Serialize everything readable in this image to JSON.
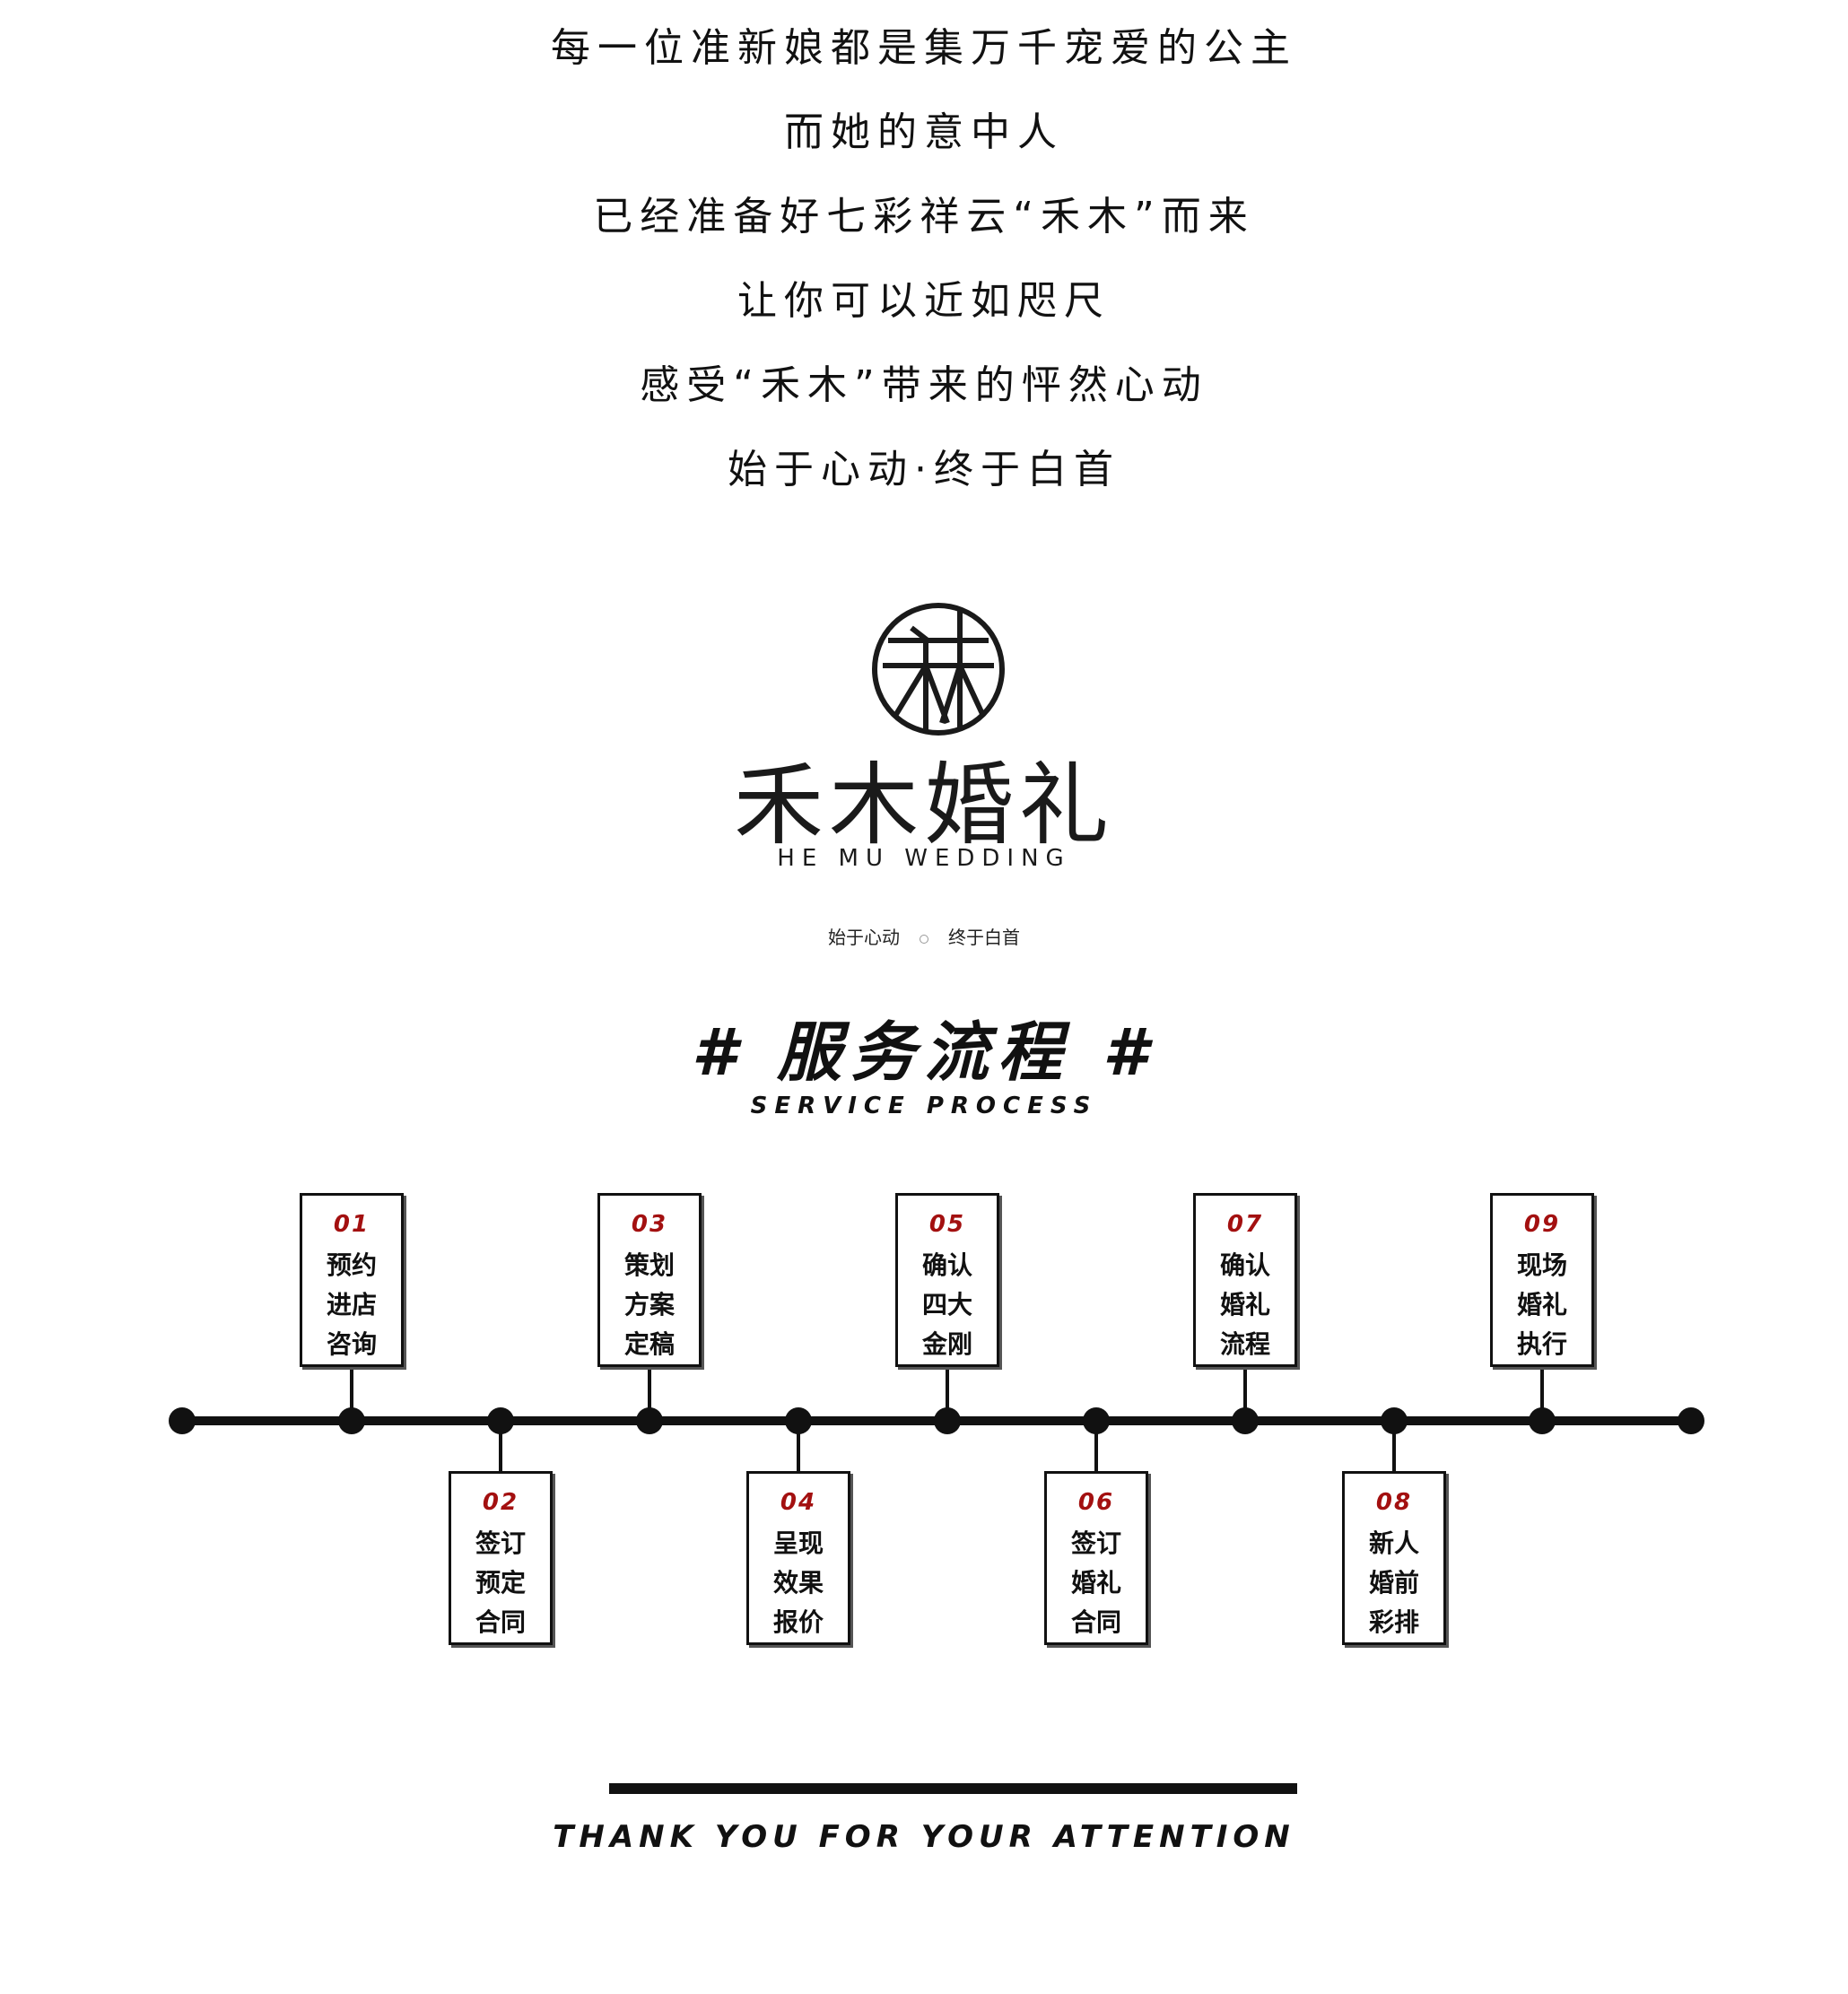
{
  "intro": {
    "lines": [
      "每一位准新娘都是集万千宠爱的公主",
      "而她的意中人",
      "已经准备好七彩祥云“禾木”而来",
      "让你可以近如咫尺",
      "感受“禾木”带来的怦然心动",
      "始于心动·终于白首"
    ]
  },
  "brand": {
    "logo_icon": "hemu-circle-logo-icon",
    "name_cn": "禾木婚礼",
    "name_en": "HE MU WEDDING",
    "slogan_left": "始于心动",
    "slogan_right": "终于白首"
  },
  "section": {
    "title": "# 服务流程 #",
    "subtitle": "SERVICE PROCESS"
  },
  "steps": [
    {
      "num": "01",
      "lines": [
        "预约",
        "进店",
        "咨询"
      ]
    },
    {
      "num": "02",
      "lines": [
        "签订",
        "预定",
        "合同"
      ]
    },
    {
      "num": "03",
      "lines": [
        "策划",
        "方案",
        "定稿"
      ]
    },
    {
      "num": "04",
      "lines": [
        "呈现",
        "效果",
        "报价"
      ]
    },
    {
      "num": "05",
      "lines": [
        "确认",
        "四大",
        "金刚"
      ]
    },
    {
      "num": "06",
      "lines": [
        "签订",
        "婚礼",
        "合同"
      ]
    },
    {
      "num": "07",
      "lines": [
        "确认",
        "婚礼",
        "流程"
      ]
    },
    {
      "num": "08",
      "lines": [
        "新人",
        "婚前",
        "彩排"
      ]
    },
    {
      "num": "09",
      "lines": [
        "现场",
        "婚礼",
        "执行"
      ]
    }
  ],
  "colors": {
    "accent_red": "#a31010",
    "ink": "#111111"
  },
  "footer": {
    "thanks": "THANK YOU FOR YOUR ATTENTION"
  }
}
